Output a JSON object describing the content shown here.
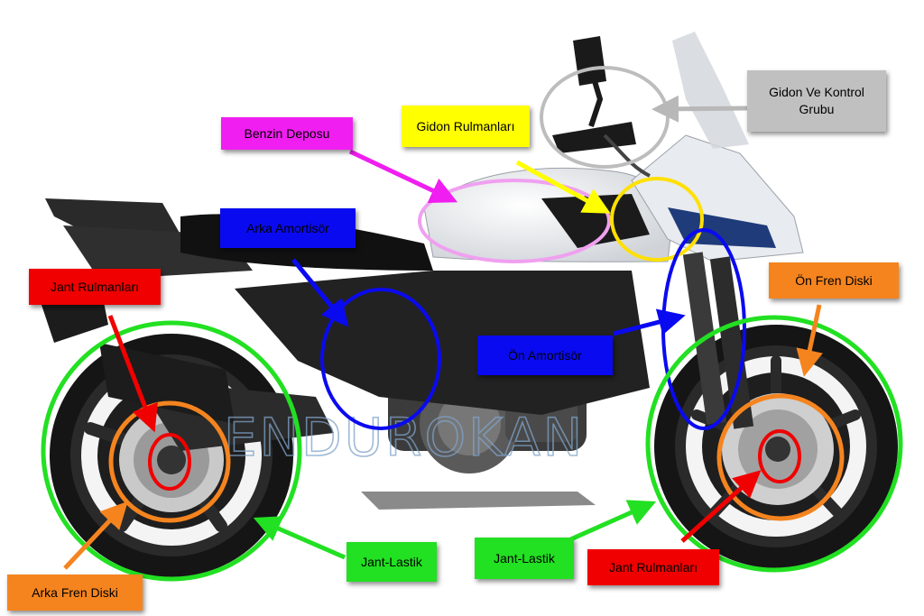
{
  "watermark": "ENDUROKAN",
  "labels": {
    "benzin_deposu": "Benzin Deposu",
    "gidon_rulmanlari": "Gidon Rulmanları",
    "gidon_ve_kontrol_grubu": "Gidon Ve Kontrol Grubu",
    "arka_amortisor": "Arka Amortisör",
    "on_amortisor": "Ön Amortisör",
    "on_fren_diski": "Ön Fren Diski",
    "jant_rulmanlari_rear": "Jant Rulmanları",
    "jant_rulmanlari_front": "Jant Rulmanları",
    "arka_fren_diski": "Arka Fren Diski",
    "jant_lastik_rear": "Jant-Lastik",
    "jant_lastik_front": "Jant-Lastik"
  },
  "colors": {
    "magenta": "#f01ef0",
    "yellow": "#ffff00",
    "grey": "#c0c0c0",
    "blue": "#0a0af0",
    "orange": "#f5841f",
    "red": "#f00000",
    "green": "#22e022"
  }
}
